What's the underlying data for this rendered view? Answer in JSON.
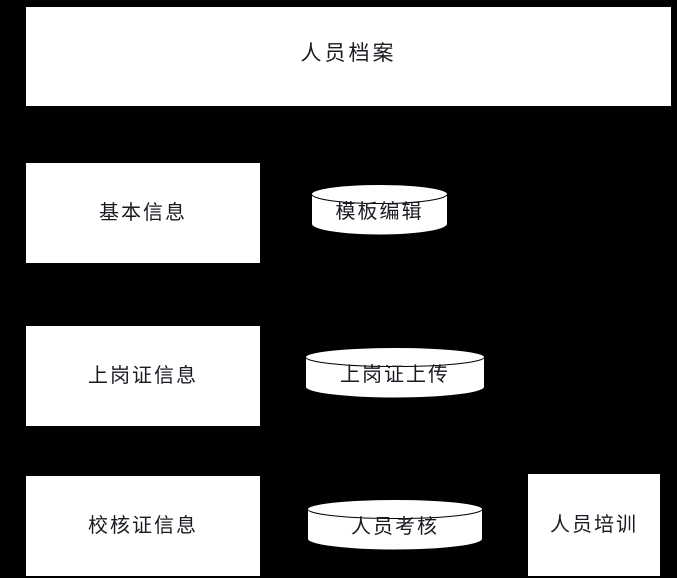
{
  "diagram": {
    "title": "人员档案",
    "background_color": "#000000",
    "node_fill_color": "#ffffff",
    "node_stroke_color": "#000000",
    "text_color": "#1a1a22",
    "nodes": {
      "title_box": {
        "label": "人员档案",
        "shape": "rectangle"
      },
      "basic_info": {
        "label": "基本信息",
        "shape": "rectangle"
      },
      "template_edit": {
        "label": "模板编辑",
        "shape": "cylinder"
      },
      "license_info": {
        "label": "上岗证信息",
        "shape": "rectangle"
      },
      "license_upload": {
        "label": "上岗证上传",
        "shape": "cylinder"
      },
      "verify_info": {
        "label": "校核证信息",
        "shape": "rectangle"
      },
      "staff_assessment": {
        "label": "人员考核",
        "shape": "cylinder"
      },
      "staff_training": {
        "label": "人员培训",
        "shape": "rectangle"
      }
    }
  }
}
